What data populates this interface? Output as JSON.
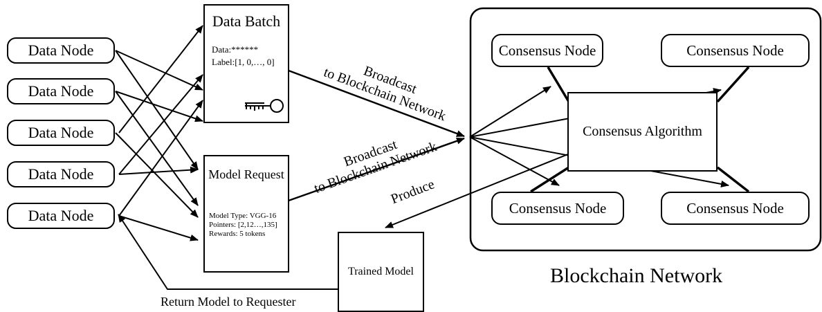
{
  "data_nodes": [
    "Data Node",
    "Data Node",
    "Data Node",
    "Data Node",
    "Data Node"
  ],
  "data_batch": {
    "title": "Data Batch",
    "data_line": "Data:******",
    "label_line": "Label:[1, 0,…, 0]",
    "icon": "key-icon"
  },
  "model_request": {
    "title": "Model Request",
    "model_type": "Model Type: VGG-16",
    "pointers": "Pointers: [2,12…,135]",
    "rewards": "Rewards: 5 tokens"
  },
  "trained_model": {
    "title": "Trained Model"
  },
  "blockchain": {
    "caption": "Blockchain Network",
    "consensus_nodes": [
      "Consensus Node",
      "Consensus Node",
      "Consensus Node",
      "Consensus Node"
    ],
    "algorithm": "Consensus Algorithm"
  },
  "labels": {
    "broadcast_top_1": "Broadcast",
    "broadcast_top_2": "to Blockchain Network",
    "broadcast_bottom_1": "Broadcast",
    "broadcast_bottom_2": "to Blockchain Network",
    "produce": "Produce",
    "return_model": "Return Model to Requester"
  },
  "colors": {
    "stroke": "#000000",
    "background": "#ffffff"
  }
}
